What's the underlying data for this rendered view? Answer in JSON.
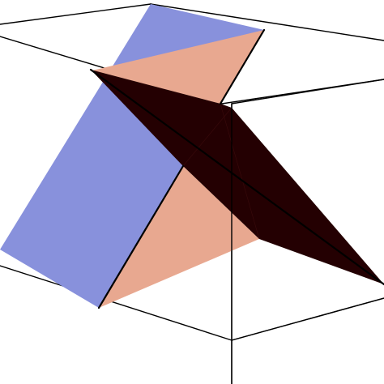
{
  "figure": {
    "type": "3d-planes-in-bounding-box",
    "colors": {
      "background": "#ffffff",
      "box_edges": "#000000",
      "plane_blue": "#8891dc",
      "plane_salmon": "#e8a890",
      "plane_dark": "#240002",
      "intersection_lines": "#000000"
    },
    "planes": [
      {
        "id": "blue-plane",
        "color": "#8891dc"
      },
      {
        "id": "salmon-plane",
        "color": "#e8a890"
      },
      {
        "id": "dark-plane",
        "color": "#240002"
      }
    ]
  }
}
